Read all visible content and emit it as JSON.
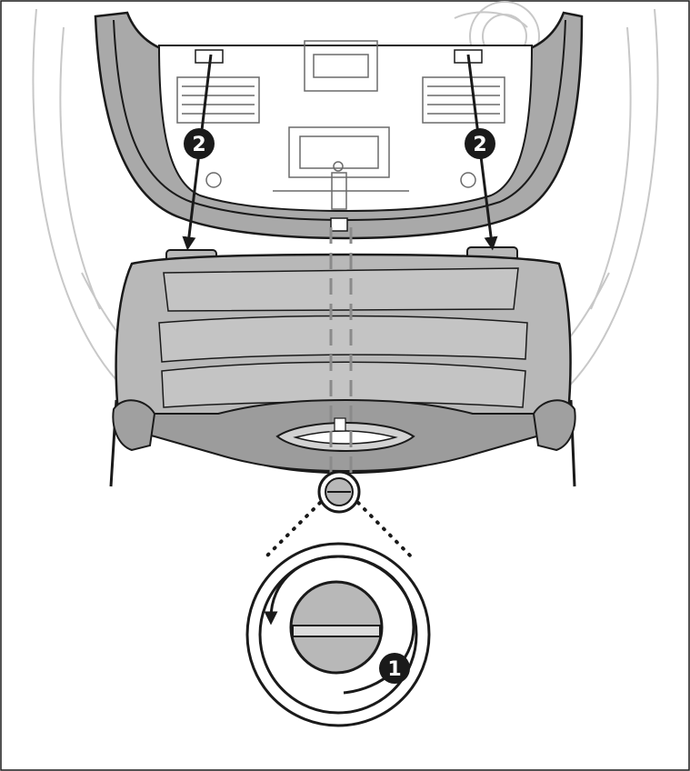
{
  "diagram": {
    "steps": [
      {
        "number": "2",
        "action": "insert-tab"
      },
      {
        "number": "2",
        "action": "insert-tab"
      },
      {
        "number": "1",
        "action": "rotate-screw"
      }
    ]
  },
  "colors": {
    "outline": "#1a1a1a",
    "cover_fill": "#b8b8b8",
    "cover_dark": "#8c8c8c",
    "body_faint": "#c8c8c8",
    "badge": "#1a1a1a"
  },
  "icons": {
    "rotation": "counterclockwise-arrow-icon",
    "alignment": "dashed-alignment-guide"
  }
}
